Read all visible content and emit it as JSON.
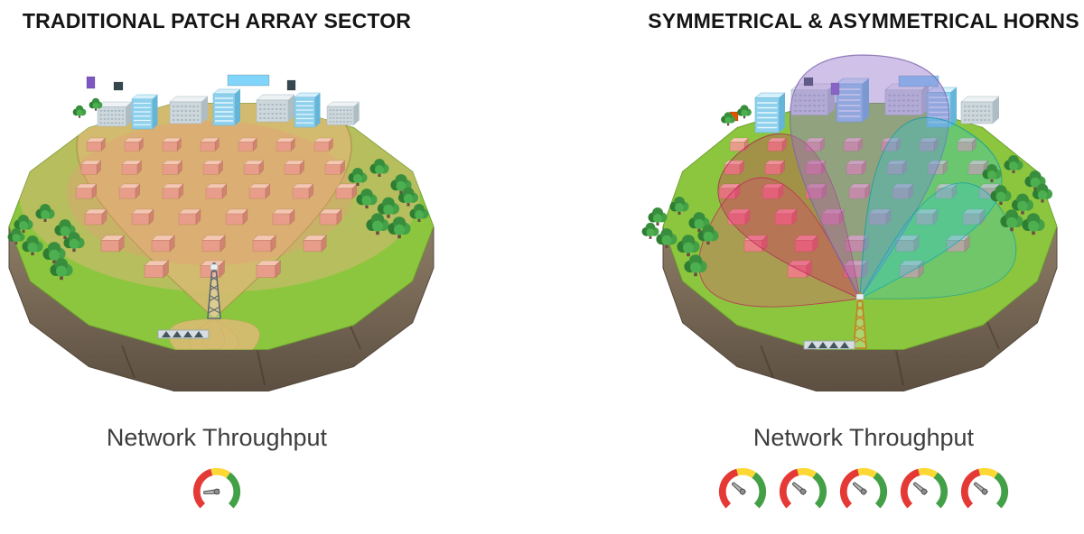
{
  "panels": {
    "left": {
      "title": "TRADITIONAL PATCH ARRAY SECTOR",
      "throughput_label": "Network Throughput",
      "gauges": {
        "count": 1,
        "needle_angle_deg": 185
      },
      "illustration": "patch-array-sector-island"
    },
    "right": {
      "title": "SYMMETRICAL & ASYMMETRICAL HORNS",
      "throughput_label": "Network Throughput",
      "gauges": {
        "count": 5,
        "needle_angle_deg": 140
      },
      "illustration": "horn-antenna-beams-island"
    }
  },
  "gauge_colors": {
    "red": "#e53935",
    "yellow": "#fdd835",
    "green": "#43a047",
    "needle": "#b5b5b5",
    "needle_outline": "#4d4d4d",
    "hub": "#8d8d8d"
  },
  "scene_colors": {
    "grass": "#8cc63e",
    "dirt": "#6b5b4a",
    "patch_coverage_tan": "#d5ba70",
    "coverage_peach": "#f5b18c",
    "beam_purple": "#9575cd",
    "beam_pink": "#ec407a",
    "beam_magenta": "#d81b60",
    "beam_cyan": "#26c6da",
    "houses": "#e79d89",
    "trees": "#3f9e44"
  }
}
